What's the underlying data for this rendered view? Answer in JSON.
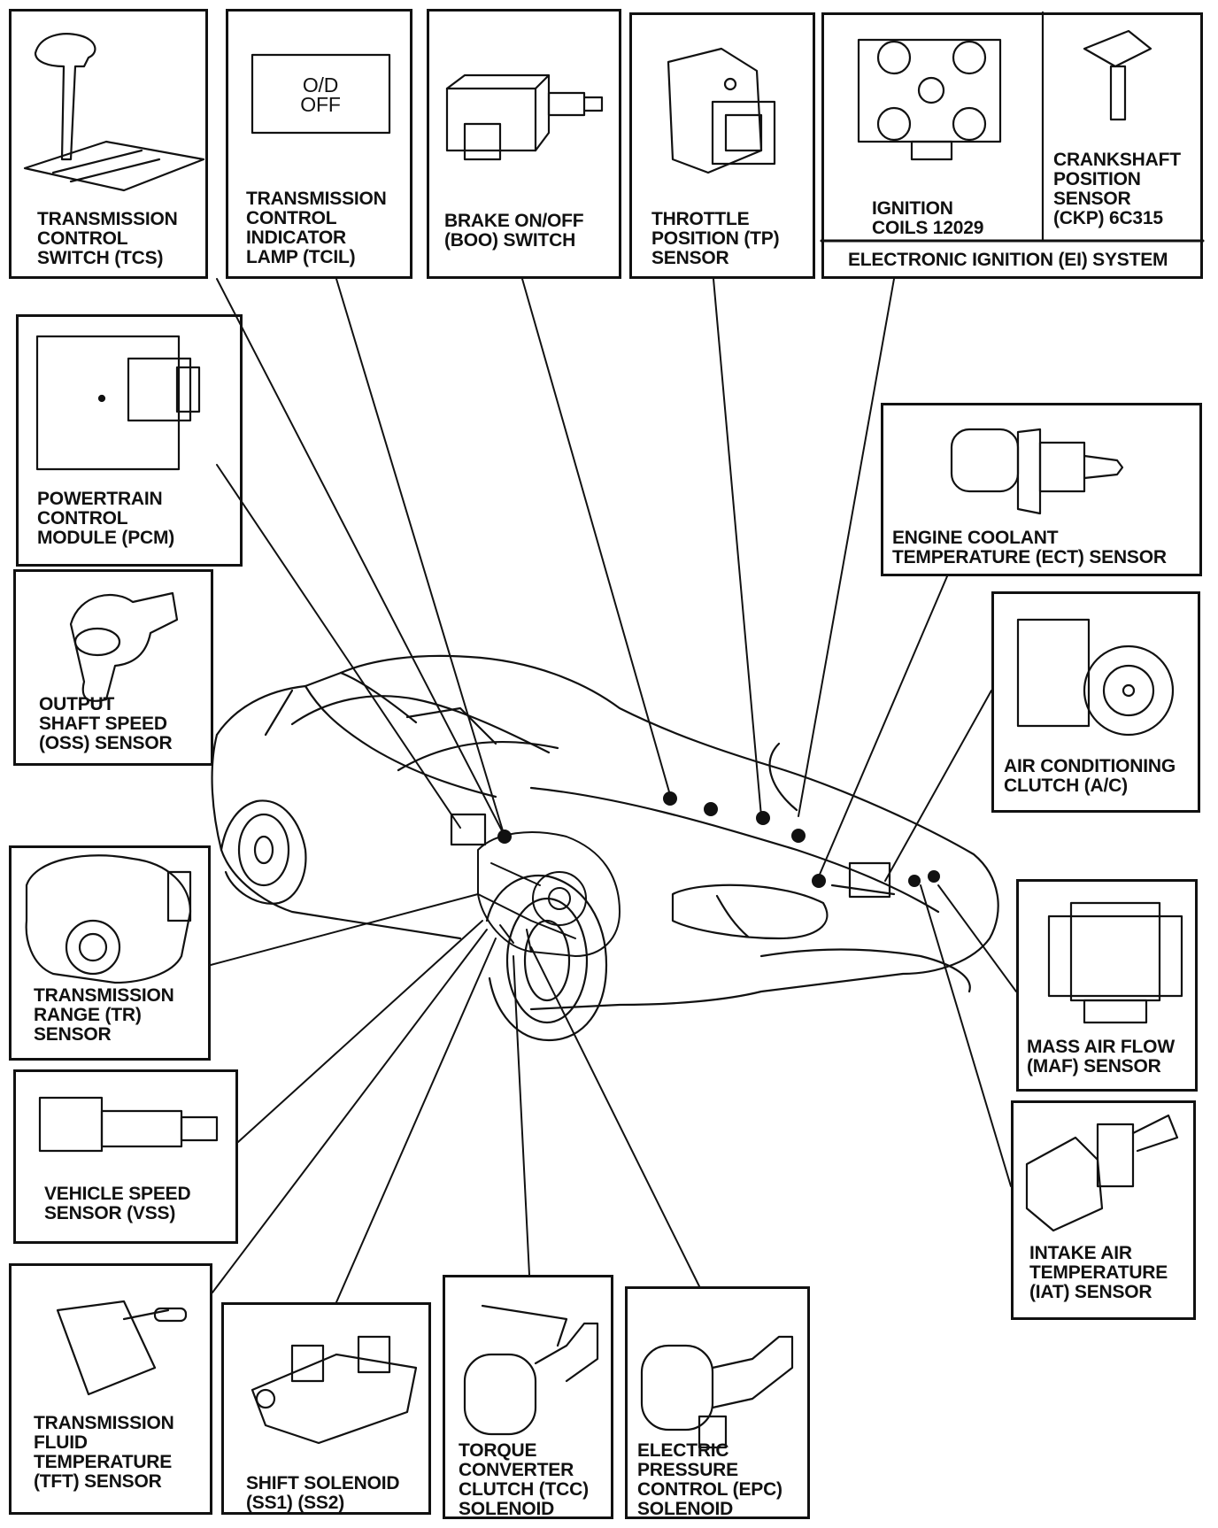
{
  "components": {
    "tcs": "TRANSMISSION\nCONTROL\nSWITCH (TCS)",
    "tcil": "TRANSMISSION\nCONTROL\nINDICATOR\nLAMP (TCIL)",
    "tcil_lamp": "O/D\nOFF",
    "boo": "BRAKE ON/OFF\n(BOO) SWITCH",
    "tp": "THROTTLE\nPOSITION (TP)\nSENSOR",
    "ignition_coils": "IGNITION\nCOILS 12029",
    "ckp": "CRANKSHAFT\nPOSITION\nSENSOR\n(CKP) 6C315",
    "ei_system": "ELECTRONIC IGNITION (EI) SYSTEM",
    "pcm": "POWERTRAIN\nCONTROL\nMODULE (PCM)",
    "ect": "ENGINE COOLANT\nTEMPERATURE (ECT) SENSOR",
    "oss": "OUTPUT\nSHAFT SPEED\n(OSS) SENSOR",
    "ac": "AIR CONDITIONING\nCLUTCH (A/C)",
    "tr": "TRANSMISSION\nRANGE (TR)\nSENSOR",
    "maf": "MASS AIR FLOW\n(MAF) SENSOR",
    "vss": "VEHICLE SPEED\nSENSOR (VSS)",
    "iat": "INTAKE AIR\nTEMPERATURE\n(IAT) SENSOR",
    "tft": "TRANSMISSION\nFLUID\nTEMPERATURE\n(TFT) SENSOR",
    "ss": "SHIFT SOLENOID\n(SS1) (SS2)",
    "tcc": "TORQUE\nCONVERTER\nCLUTCH (TCC)\nSOLENOID",
    "epc": "ELECTRIC\nPRESSURE\nCONTROL (EPC)\nSOLENOID"
  },
  "colors": {
    "ink": "#111111",
    "paper": "#ffffff"
  }
}
